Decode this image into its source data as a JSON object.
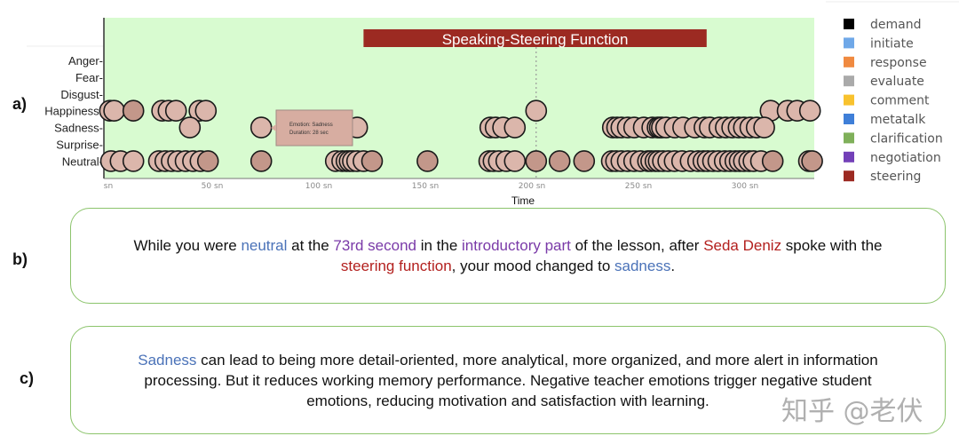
{
  "panel_labels": {
    "a": "a)",
    "b": "b)",
    "c": "c)"
  },
  "chart_data": {
    "type": "scatter",
    "xlabel": "Time",
    "ylabel": "",
    "xlim": [
      0,
      333
    ],
    "x_ticks": [
      {
        "v": 0,
        "label": "sn"
      },
      {
        "v": 50,
        "label": "50 sn"
      },
      {
        "v": 100,
        "label": "100 sn"
      },
      {
        "v": 150,
        "label": "150 sn"
      },
      {
        "v": 200,
        "label": "200 sn"
      },
      {
        "v": 250,
        "label": "250 sn"
      },
      {
        "v": 300,
        "label": "300 sn"
      }
    ],
    "categories": [
      "Anger",
      "Fear",
      "Disgust",
      "Happiness",
      "Sadness",
      "Surprise",
      "Neutral"
    ],
    "background_color": "#d8fbd0",
    "point_color": "#dbb6ab",
    "point_dark_color": "#c3978a",
    "series": {
      "Happiness": [
        2,
        4,
        13,
        26.5,
        29.5,
        33,
        44,
        47,
        202,
        312,
        320,
        324.5,
        330.5
      ],
      "Sadness": [
        39.5,
        73,
        118,
        180.5,
        183,
        186.5,
        192,
        238,
        240,
        242,
        245,
        248,
        252.5,
        256.5,
        259,
        260,
        261,
        263,
        267,
        271,
        276.5,
        281,
        283.5,
        288,
        291,
        294,
        297,
        299.5,
        302.5,
        305.5,
        309
      ],
      "Neutral": [
        2.5,
        7,
        13,
        25,
        28,
        31,
        34,
        37.5,
        41,
        44.5,
        48,
        73,
        108,
        111,
        113,
        114.5,
        116,
        118,
        121,
        125,
        151,
        180,
        182,
        184.5,
        188,
        192,
        202,
        213,
        224.5,
        237.5,
        239.5,
        242,
        245,
        248,
        251,
        254.5,
        256,
        258,
        259.5,
        261.5,
        264,
        267,
        270.5,
        274.5,
        278,
        280.5,
        282.5,
        285,
        287.5,
        290.5,
        293,
        295.5,
        297.5,
        299.5,
        302,
        304,
        307.5,
        313,
        330,
        331.5
      ]
    },
    "darker_points": {
      "Happiness": [
        13
      ],
      "Neutral": [
        48,
        73,
        125,
        151,
        202,
        213,
        224.5,
        313,
        331.5
      ]
    },
    "banner": {
      "label": "Speaking-Steering Function",
      "start": 121,
      "end": 282,
      "color": "#9c2a22"
    },
    "marker_line": 202,
    "tooltip": {
      "emotion_line": "Emotion:  Sadness",
      "duration_line": "Duration:  28 sec",
      "anchor_emotion": "Sadness",
      "anchor_t": 73
    },
    "legend": [
      {
        "label": "demand",
        "color": "#000000"
      },
      {
        "label": "initiate",
        "color": "#6fa8e8"
      },
      {
        "label": "response",
        "color": "#f08a40"
      },
      {
        "label": "evaluate",
        "color": "#aaaaaa"
      },
      {
        "label": "comment",
        "color": "#f8c22e"
      },
      {
        "label": "metatalk",
        "color": "#3f7fd8"
      },
      {
        "label": "clarification",
        "color": "#7fb05a"
      },
      {
        "label": "negotiation",
        "color": "#7340b8"
      },
      {
        "label": "steering",
        "color": "#9c2a22"
      }
    ]
  },
  "box_b": {
    "p1": "While you were ",
    "neutral": "neutral",
    "p2": " at the ",
    "second": "73rd second",
    "p3": " in the ",
    "part": "introductory part",
    "p4": " of the lesson, after ",
    "speaker": "Seda Deniz",
    "p5": " spoke with the ",
    "function": "steering function",
    "p6": ", your mood changed to ",
    "sadness": "sadness",
    "p7": "."
  },
  "box_c": {
    "sadness": "Sadness",
    "rest": " can lead to being more detail-oriented, more analytical, more organized, and more alert in information processing. But it reduces working memory performance. Negative teacher emotions trigger negative student emotions, reducing motivation and satisfaction with learning."
  },
  "watermark": "知乎 @老伏"
}
